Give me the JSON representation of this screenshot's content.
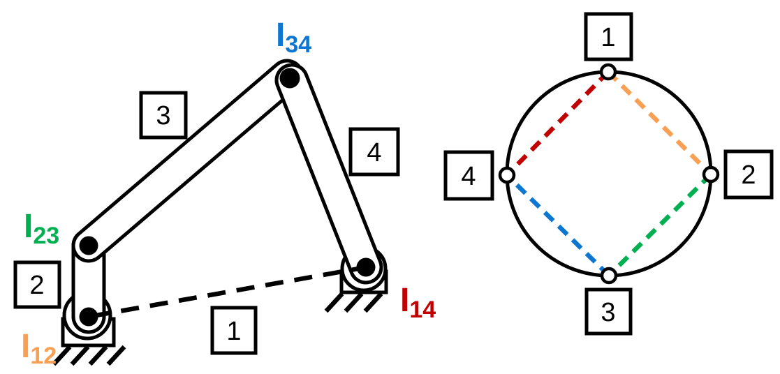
{
  "left_diagram": {
    "link_boxes": {
      "link1": "1",
      "link2": "2",
      "link3": "3",
      "link4": "4"
    },
    "instant_centers": {
      "i12": {
        "base": "I",
        "sub": "12",
        "color": "#F9A054"
      },
      "i23": {
        "base": "I",
        "sub": "23",
        "color": "#00B050"
      },
      "i34": {
        "base": "I",
        "sub": "34",
        "color": "#0D76D1"
      },
      "i14": {
        "base": "I",
        "sub": "14",
        "color": "#C00000"
      }
    }
  },
  "right_diagram": {
    "node_boxes": {
      "node1": "1",
      "node2": "2",
      "node3": "3",
      "node4": "4"
    },
    "edges": {
      "edge_1_4": {
        "color": "#C00000"
      },
      "edge_1_2": {
        "color": "#F9A054"
      },
      "edge_2_3": {
        "color": "#00B050"
      },
      "edge_3_4": {
        "color": "#0D76D1"
      }
    }
  }
}
